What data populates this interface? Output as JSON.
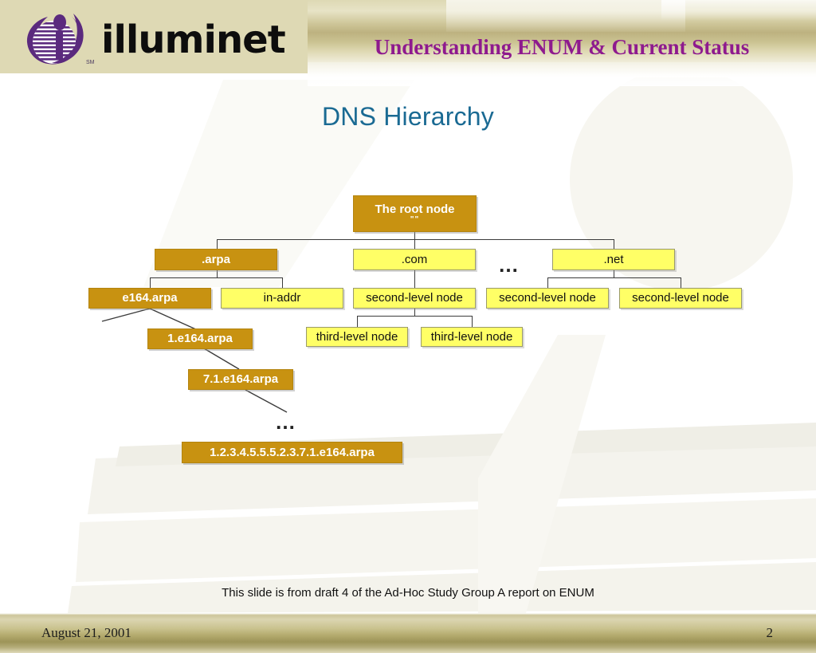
{
  "header": {
    "logo_text": "illuminet",
    "logo_tm": "SM",
    "title": "Understanding ENUM & Current Status"
  },
  "slide": {
    "title": "DNS Hierarchy",
    "caption": "This slide is from draft 4 of the Ad-Hoc Study Group A report on ENUM"
  },
  "footer": {
    "date": "August 21, 2001",
    "page_number": "2"
  },
  "colors": {
    "gold_node": "#C89211",
    "yellow_node": "#FFFF66",
    "header_band": "#DED9B4",
    "header_title": "#8E1A8E",
    "slide_title": "#1A6A93",
    "connector": "#3B3B3B"
  },
  "diagram": {
    "root": {
      "label": "The root node",
      "sublabel": "\"\""
    },
    "level2": {
      "arpa": ".arpa",
      "com": ".com",
      "ellipsis": "…",
      "net": ".net"
    },
    "level3": {
      "e164_arpa": "e164.arpa",
      "in_addr": "in-addr",
      "second_level_com": "second-level node",
      "second_level_net_1": "second-level node",
      "second_level_net_2": "second-level node"
    },
    "level4": {
      "one_e164_arpa": "1.e164.arpa",
      "third_level_1": "third-level node",
      "third_level_2": "third-level node"
    },
    "enum_chain": {
      "seven_one": "7.1.e164.arpa",
      "ellipsis": "…",
      "full": "1.2.3.4.5.5.5.2.3.7.1.e164.arpa"
    }
  }
}
